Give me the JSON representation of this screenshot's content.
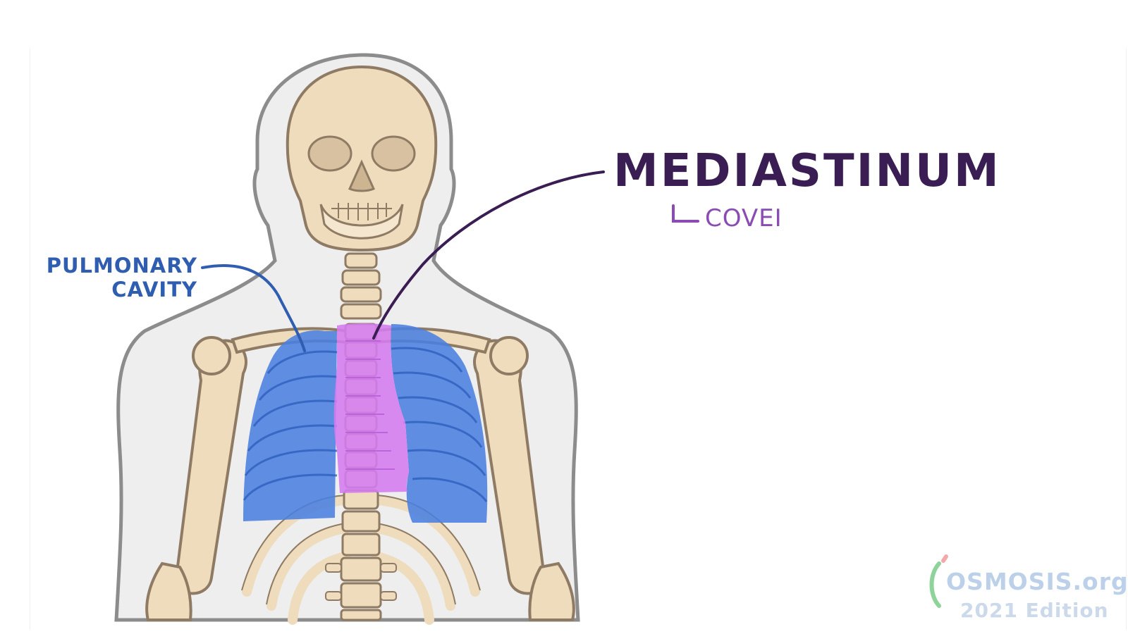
{
  "labels": {
    "title": "MEDIASTINUM",
    "subtitle": "COVEI",
    "pulmonary_line1": "PULMONARY",
    "pulmonary_line2": "CAVITY"
  },
  "watermark": {
    "name": "OSMOSIS.org",
    "edition": "2021 Edition"
  },
  "colors": {
    "mediastinum_label": "#3a1d52",
    "covei_label": "#8a4bb4",
    "pulmonary_label": "#2f5db0",
    "lung_fill": "#4a7fe0",
    "mediastinum_fill": "#d57bf0",
    "bone": "#efdcbd",
    "bone_outline": "#8f7a63",
    "body_silhouette": "#eeeeee"
  },
  "icons": [
    "skeleton-illustration",
    "osmosis-logo-icon"
  ]
}
